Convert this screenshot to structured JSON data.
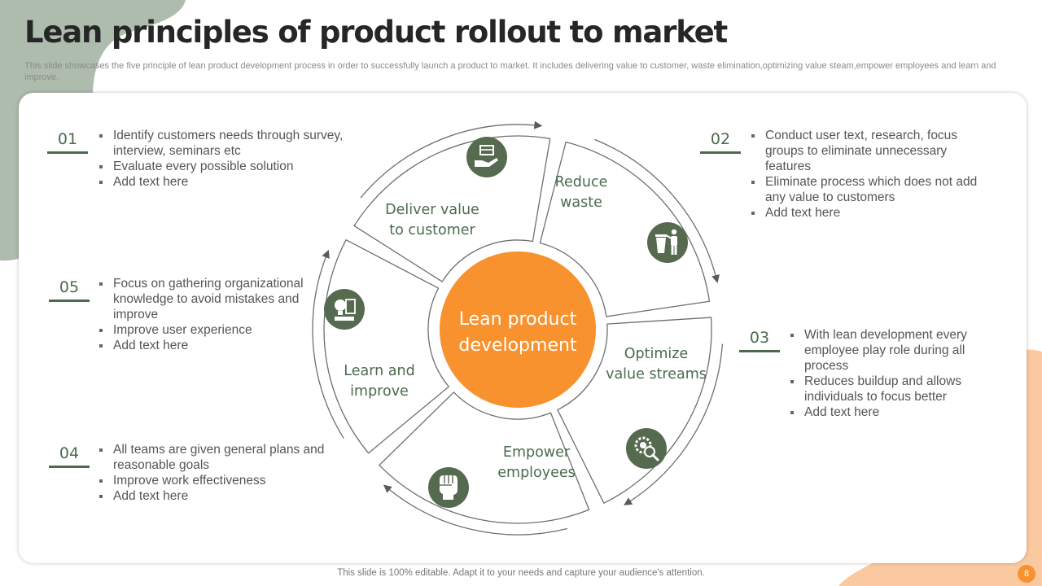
{
  "title": "Lean principles of product rollout to market",
  "subtitle": "This slide showcases the five principle of lean product development process in order to successfully launch a product to market. It includes delivering value to customer, waste elimination,optimizing value steam,empower employees and learn and improve.",
  "center_label": [
    "Lean product",
    "development"
  ],
  "colors": {
    "accent": "#f7922e",
    "green": "#4b6b4e",
    "icon_green": "#566a50",
    "blob_green": "#aebcad",
    "blob_orange": "#fbc9a0"
  },
  "segments": [
    {
      "label": [
        "Deliver value",
        "to customer"
      ],
      "icon": "hand-box-icon"
    },
    {
      "label": [
        "Reduce",
        "waste"
      ],
      "icon": "trash-person-icon"
    },
    {
      "label": [
        "Optimize",
        "value streams"
      ],
      "icon": "gear-magnifier-icon"
    },
    {
      "label": [
        "Empower",
        "employees"
      ],
      "icon": "fist-icon"
    },
    {
      "label": [
        "Learn and",
        "improve"
      ],
      "icon": "lightbulb-book-icon"
    }
  ],
  "points": [
    {
      "num": "01",
      "items": [
        "Identify  customers needs through survey, interview, seminars etc",
        "Evaluate every possible solution",
        "Add text here"
      ]
    },
    {
      "num": "02",
      "items": [
        "Conduct user text, research, focus groups to eliminate unnecessary features",
        "Eliminate process which does not add any value to customers",
        "Add text here"
      ]
    },
    {
      "num": "03",
      "items": [
        "With lean development every employee play role during all process",
        "Reduces buildup and allows individuals to focus better",
        "Add text here"
      ]
    },
    {
      "num": "04",
      "items": [
        "All teams are given general plans and reasonable goals",
        "Improve work effectiveness",
        "Add text here"
      ]
    },
    {
      "num": "05",
      "items": [
        "Focus on gathering organizational knowledge to avoid mistakes and improve",
        "Improve user experience",
        "Add text here"
      ]
    }
  ],
  "footer": "This slide is 100% editable. Adapt it to your needs and capture your audience's attention.",
  "page_number": "8"
}
